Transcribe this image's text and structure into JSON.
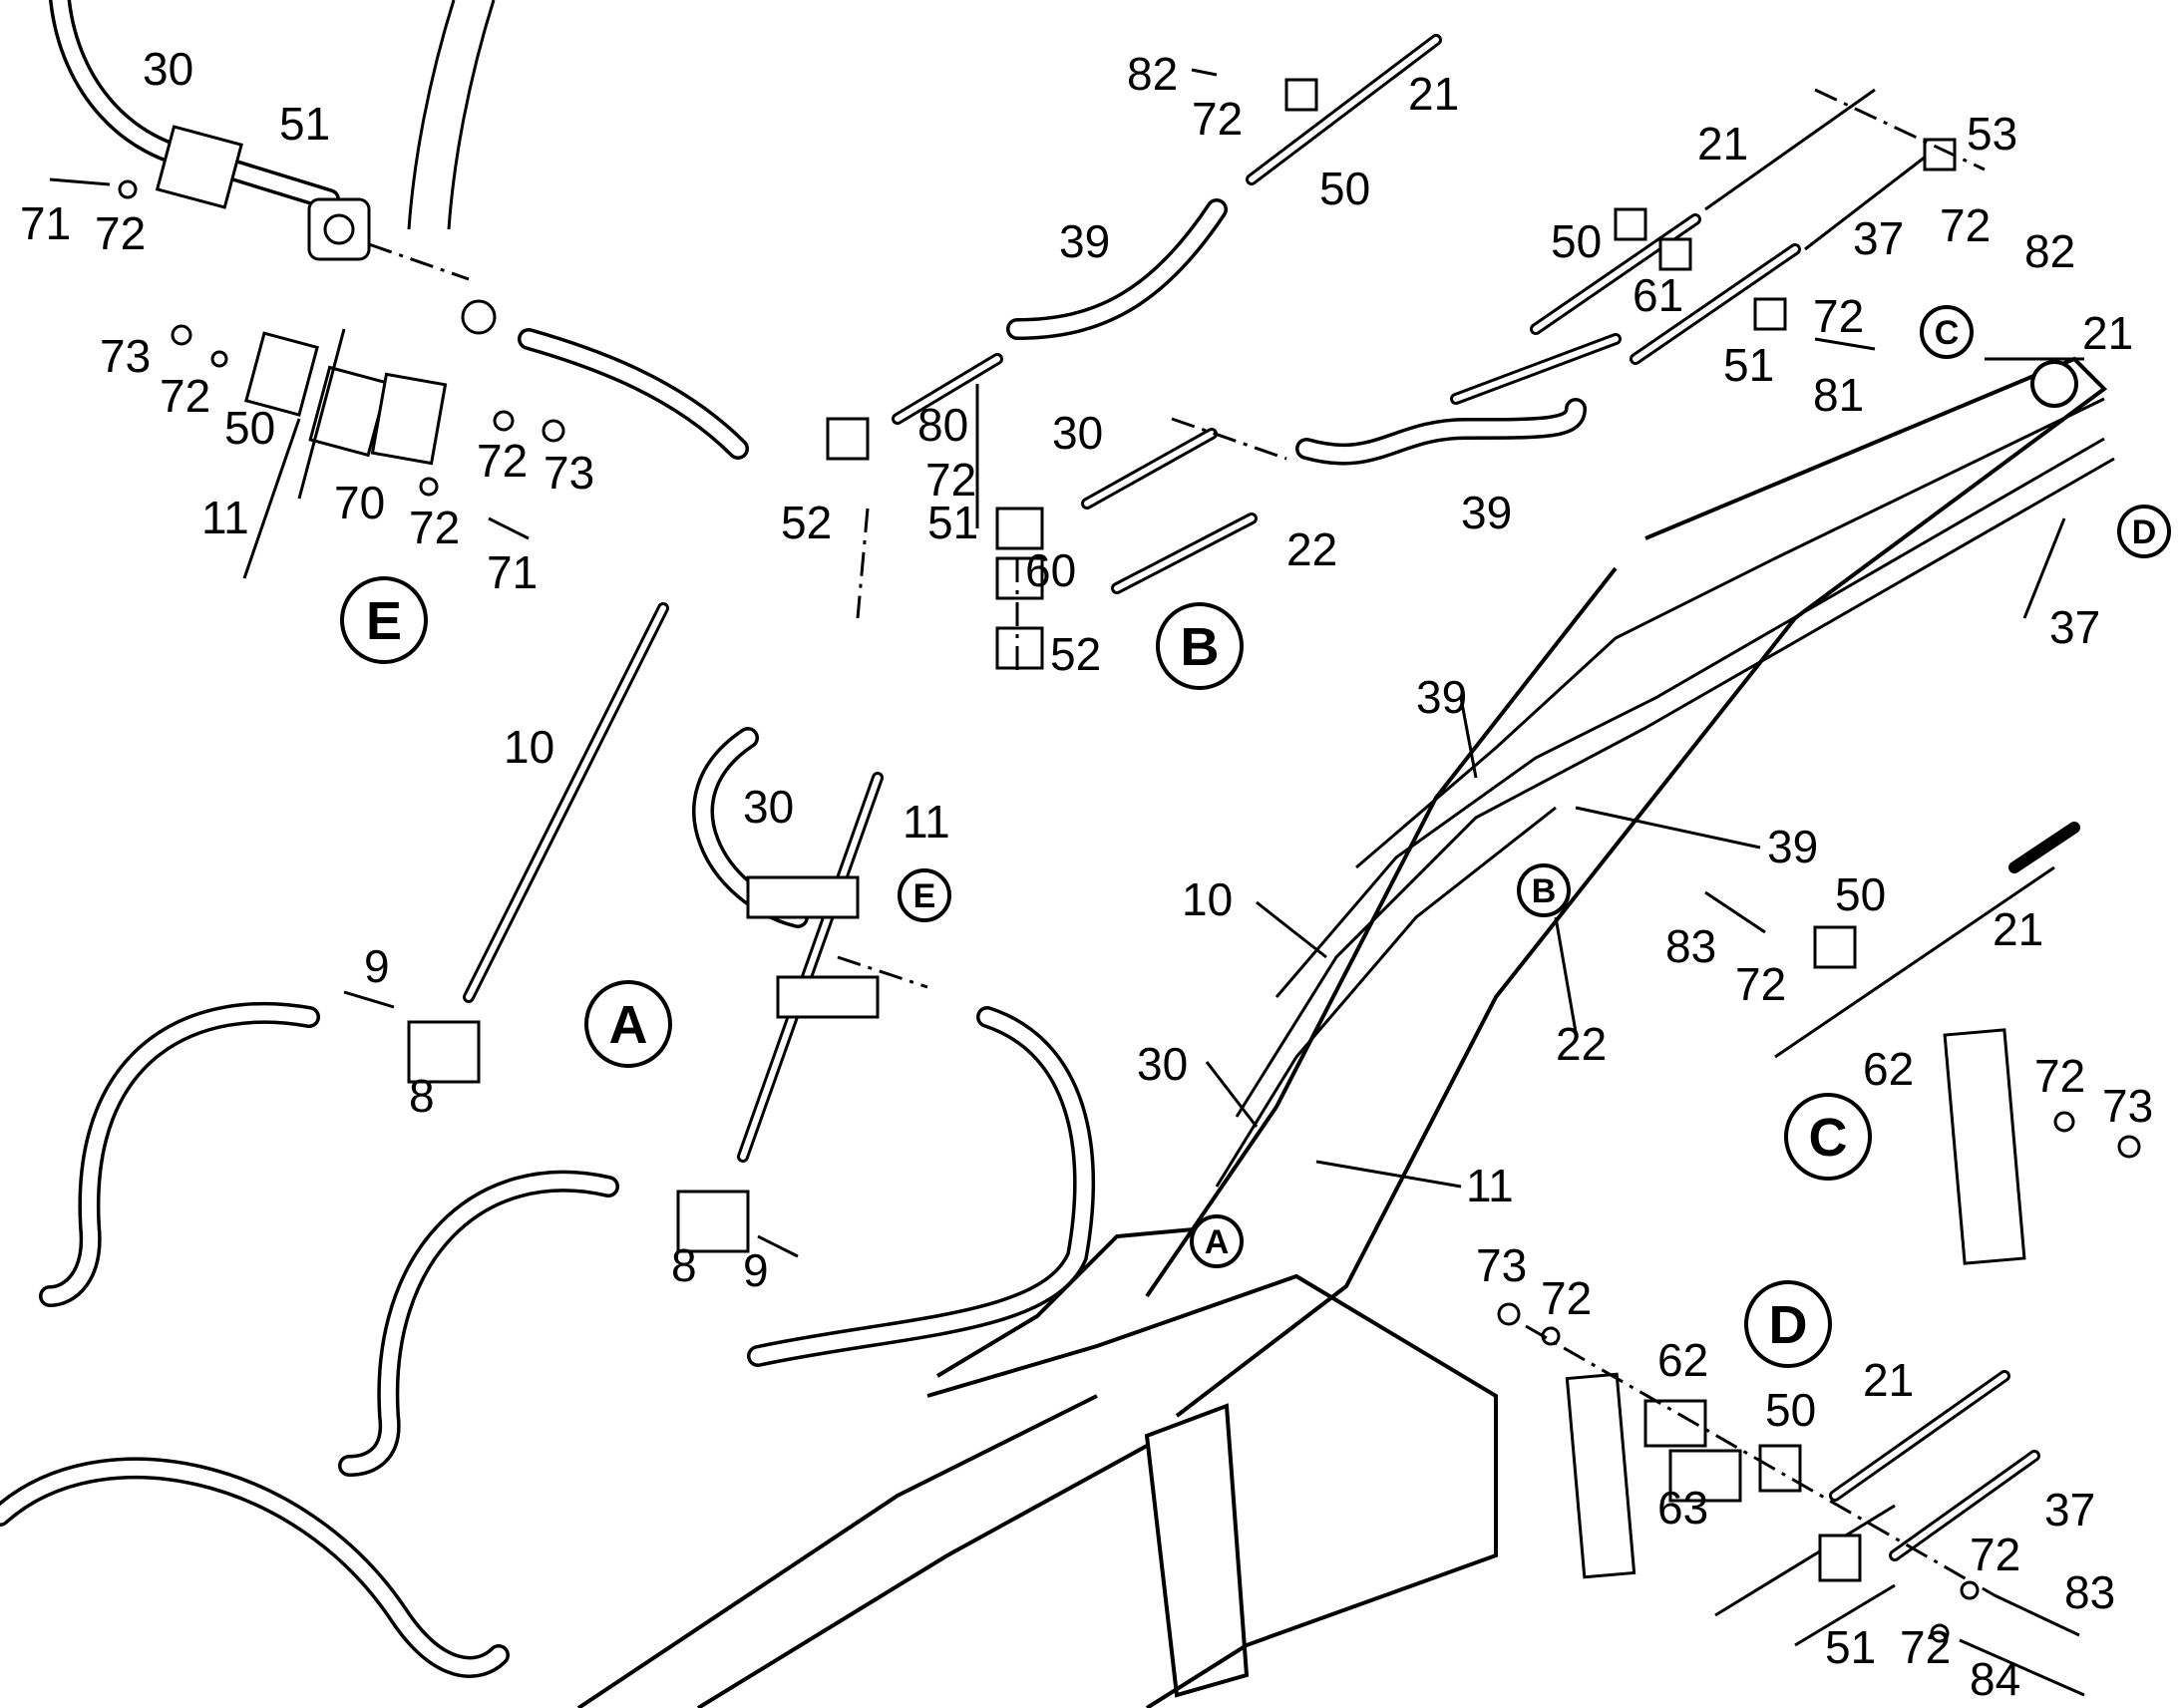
{
  "parts": {
    "p30_e": "30",
    "p51_e": "51",
    "p71_e1": "71",
    "p72_e1": "72",
    "p73_e": "73",
    "p72_e2": "72",
    "p50_e": "50",
    "p11_e": "11",
    "p70_e": "70",
    "p72_e3": "72",
    "p73_e2": "73",
    "p72_e4": "72",
    "p71_e2": "71",
    "p82_b1": "82",
    "p72_b1": "72",
    "p21_b1": "21",
    "p50_b1": "50",
    "p39_b1": "39",
    "p80_b": "80",
    "p30_b": "30",
    "p72_b2": "72",
    "p51_b": "51",
    "p60_b": "60",
    "p52_b1": "52",
    "p52_b2": "52",
    "p22_b": "22",
    "p39_b2": "39",
    "p21_c1": "21",
    "p53_c": "53",
    "p72_c1": "72",
    "p82_c": "82",
    "p50_c1": "50",
    "p37_c1": "37",
    "p61_c": "61",
    "p72_c2": "72",
    "p51_c": "51",
    "p81_c": "81",
    "p21_d1": "21",
    "p37_d1": "37",
    "p10_a": "10",
    "p30_a": "30",
    "p11_a": "11",
    "p9_a1": "9",
    "p8_a1": "8",
    "p8_a2": "8",
    "p9_a2": "9",
    "p39_m1": "39",
    "p39_m2": "39",
    "p10_m": "10",
    "p22_m": "22",
    "p30_m": "30",
    "p11_m": "11",
    "p50_c2": "50",
    "p21_c2": "21",
    "p83_c": "83",
    "p72_c3": "72",
    "p62_c": "62",
    "p72_c4": "72",
    "p73_c": "73",
    "p73_d": "73",
    "p72_d1": "72",
    "p62_d": "62",
    "p50_d": "50",
    "p21_d2": "21",
    "p63_d": "63",
    "p37_d2": "37",
    "p72_d2": "72",
    "p83_d": "83",
    "p51_d": "51",
    "p72_d3": "72",
    "p84_d": "84"
  },
  "callouts": {
    "E_main": "E",
    "B_main": "B",
    "A_main": "A",
    "C_main": "C",
    "D_main": "D",
    "C_small": "C",
    "D_small": "D",
    "E_small": "E",
    "B_small": "B",
    "A_small": "A"
  }
}
